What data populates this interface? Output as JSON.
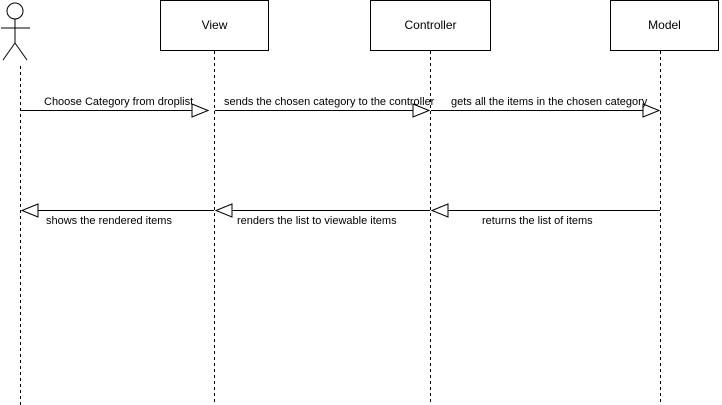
{
  "participants": {
    "view": "View",
    "controller": "Controller",
    "model": "Model"
  },
  "messages": {
    "choose_category": "Choose Category from droplist",
    "send_category": "sends the chosen category to the controller",
    "get_items": "gets all the items in the chosen category",
    "return_list": "returns the list of items",
    "render_list": "renders the list to viewable items",
    "show_items": "shows the rendered items"
  }
}
